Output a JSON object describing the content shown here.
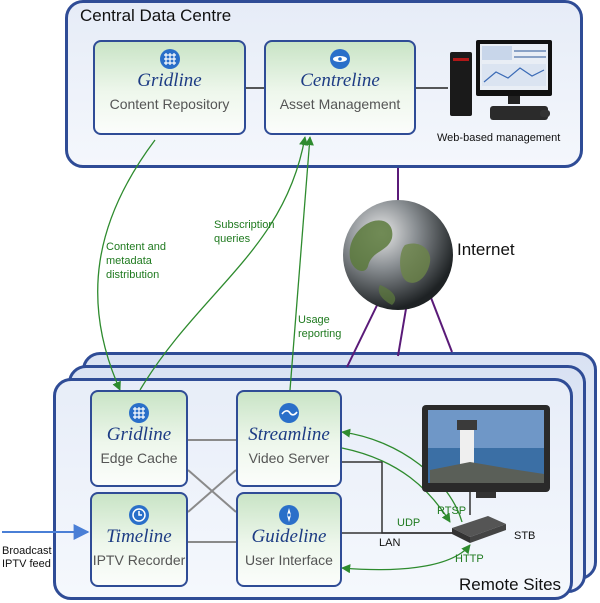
{
  "central": {
    "title": "Central Data Centre",
    "gridline": {
      "name": "Gridline",
      "role": "Content Repository",
      "icon": "grid-icon"
    },
    "centreline": {
      "name": "Centreline",
      "role": "Asset Management",
      "icon": "disc-icon"
    },
    "web_label": "Web-based management"
  },
  "internet_label": "Internet",
  "flows": {
    "content_distribution": [
      "Content and",
      "metadata",
      "distribution"
    ],
    "subscription_queries": [
      "Subscription",
      "queries"
    ],
    "usage_reporting": [
      "Usage",
      "reporting"
    ]
  },
  "remote": {
    "title": "Remote Sites",
    "gridline": {
      "name": "Gridline",
      "role": "Edge Cache",
      "icon": "grid-icon"
    },
    "streamline": {
      "name": "Streamline",
      "role": "Video Server",
      "icon": "wave-icon"
    },
    "timeline": {
      "name": "Timeline",
      "role": "IPTV Recorder",
      "icon": "clock-icon"
    },
    "guideline": {
      "name": "Guideline",
      "role": "User Interface",
      "icon": "compass-icon"
    },
    "protocols": {
      "rtsp": "RTSP",
      "udp": "UDP",
      "http": "HTTP"
    },
    "lan": "LAN",
    "stb": "STB"
  },
  "broadcast": [
    "Broadcast",
    "IPTV feed"
  ],
  "colors": {
    "frame": "#2f4c96",
    "flow": "#2e8b2e",
    "internet_link": "#5a1a78",
    "feed": "#4a7fd6"
  }
}
